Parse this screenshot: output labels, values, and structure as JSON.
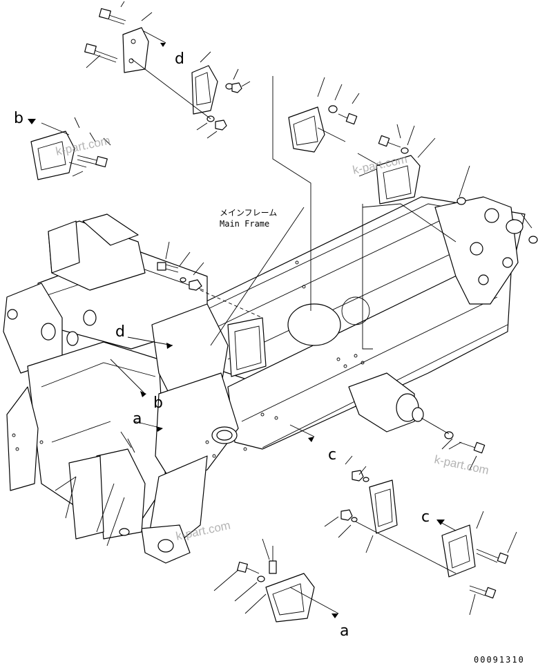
{
  "labels": {
    "main_frame_jp": "メインフレーム",
    "main_frame_en": "Main Frame",
    "ref_a": "a",
    "ref_b": "b",
    "ref_c": "c",
    "ref_d": "d",
    "drawing_number": "00091310"
  },
  "watermarks": [
    "k-part.com",
    "k-part.com",
    "k-part.com",
    "k-part.com"
  ],
  "icons": {
    "arrow": "arrow-icon",
    "bolt": "bolt-icon",
    "nut": "nut-icon",
    "washer": "washer-icon"
  }
}
